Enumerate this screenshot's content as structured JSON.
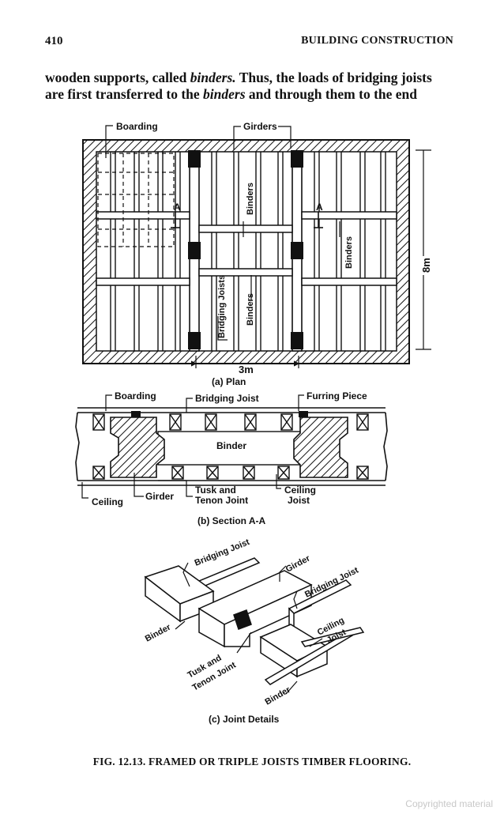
{
  "page": {
    "number": "410",
    "running_head": "BUILDING CONSTRUCTION",
    "body_line1": "wooden supports, called ",
    "body_em1": "binders.",
    "body_line1_rest": " Thus, the loads of bridging joists",
    "body_line2": "are first transferred to the ",
    "body_em2": "binders",
    "body_line2_rest": " and through them to the end"
  },
  "figure": {
    "plan": {
      "label_boarding": "Boarding",
      "label_girders": "Girders",
      "label_binders_1": "Binders",
      "label_binders_2": "Binders",
      "label_binders_3": "Binders",
      "label_bridging_joists": "Bridging Joists",
      "label_a_left": "A",
      "label_a_right": "A",
      "dim_width": "3m",
      "dim_height": "8m",
      "caption": "(a)  Plan"
    },
    "section": {
      "label_boarding": "Boarding",
      "label_bridging_joist": "Bridging Joist",
      "label_furring_piece": "Furring Piece",
      "label_binder": "Binder",
      "label_ceiling": "Ceiling",
      "label_girder": "Girder",
      "label_tusk": "Tusk and",
      "label_tenon": "Tenon Joint",
      "label_ceiling_joist_1": "Ceiling",
      "label_ceiling_joist_2": "Joist",
      "caption": "(b)  Section  A-A"
    },
    "joint": {
      "label_bridging_joist_1": "Bridging Joist",
      "label_girder": "Girder",
      "label_bridging_joist_2": "Bridging Joist",
      "label_binder_1": "Binder",
      "label_ceiling": "Ceiling",
      "label_joist": "Joist",
      "label_tusk": "Tusk and",
      "label_tenon": "Tenon Joint",
      "label_binder_2": "Binder",
      "caption": "(c)  Joint  Details"
    }
  },
  "caption": "FIG. 12.13. FRAMED OR TRIPLE JOISTS TIMBER FLOORING.",
  "watermark": "Copyrighted material"
}
